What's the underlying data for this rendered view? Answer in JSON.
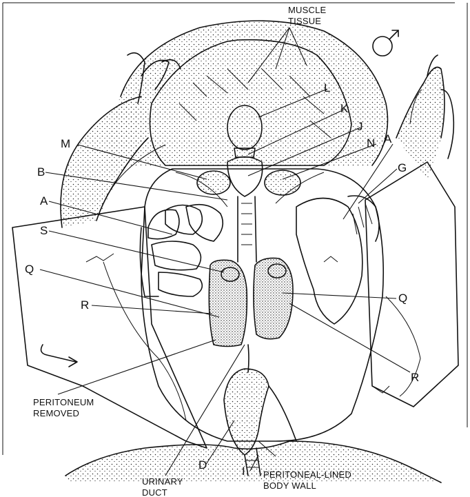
{
  "figure": {
    "sex_symbol": "♂",
    "letters": {
      "L": "L",
      "K": "K",
      "J": "J",
      "N": "N",
      "A_right": "A",
      "G": "G",
      "M": "M",
      "B": "B",
      "A_left": "A",
      "S": "S",
      "Q_left": "Q",
      "R_left": "R",
      "Q_right": "Q",
      "R_right": "R",
      "D": "D",
      "I": "I"
    },
    "captions": {
      "muscle_line1": "MUSCLE",
      "muscle_line2": "TISSUE",
      "peritoneum_line1": "PERITONEUM",
      "peritoneum_line2": "REMOVED",
      "urinary_line1": "URINARY",
      "urinary_line2": "DUCT",
      "body_wall_line1": "PERITONEAL-LINED",
      "body_wall_line2": "BODY WALL"
    }
  }
}
